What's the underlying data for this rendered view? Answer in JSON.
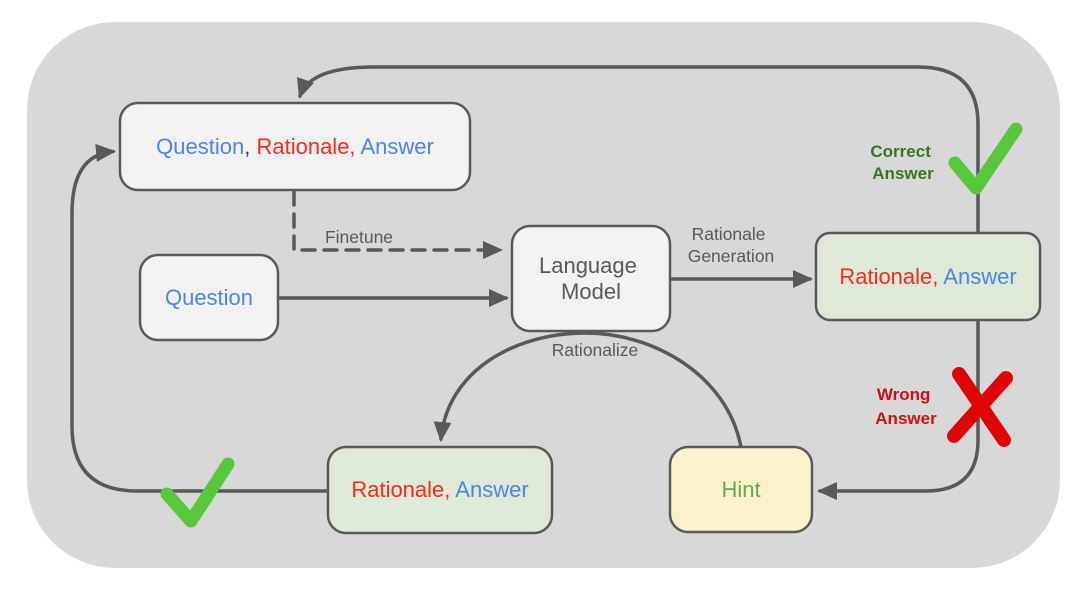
{
  "colors": {
    "panel": "#d8d8d8",
    "box_fill": "#f2f2f2",
    "green_fill": "#dfe9d8",
    "yellow_fill": "#fbf1ca",
    "label_gray": "#595959",
    "blue": "#4a86e8",
    "red": "#fa291c",
    "dark": "#3f4245",
    "dark_green": "#38761d",
    "bright_green": "#57c83c",
    "hint_green": "#6aa84f",
    "wrong_red": "#cc1010",
    "x_red": "#e00505"
  },
  "boxes": {
    "qra": {
      "question": "Question",
      "comma": ",",
      "rationale": " Rationale,",
      "answer": " Answer"
    },
    "question": {
      "label": "Question"
    },
    "language_model": {
      "line1": "Language",
      "line2": "Model"
    },
    "rationale_answer": {
      "rationale": "Rationale,",
      "answer": " Answer"
    },
    "hint": {
      "label": "Hint"
    }
  },
  "edge_labels": {
    "finetune": "Finetune",
    "rationale_generation": {
      "line1": "Rationale",
      "line2": "Generation"
    },
    "rationalize": "Rationalize",
    "correct_answer": {
      "line1": "Correct",
      "line2": "Answer"
    },
    "wrong_answer": {
      "line1": "Wrong",
      "line2": "Answer"
    }
  }
}
